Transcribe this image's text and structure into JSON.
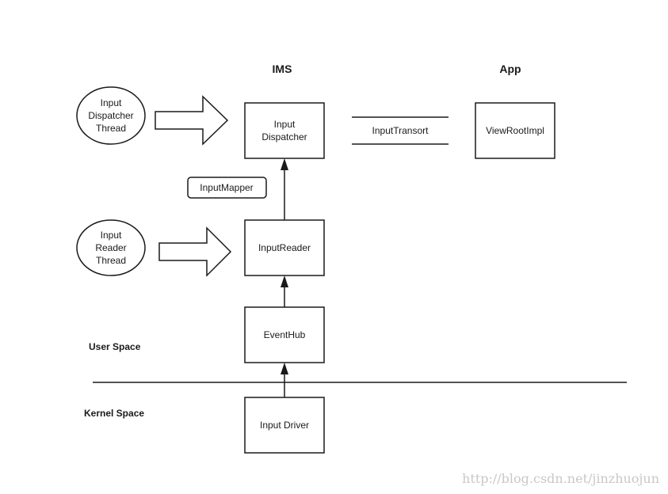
{
  "headers": {
    "ims": "IMS",
    "app": "App"
  },
  "threads": {
    "dispatcher": [
      "Input",
      "Dispatcher",
      "Thread"
    ],
    "reader": [
      "Input",
      "Reader",
      "Thread"
    ]
  },
  "boxes": {
    "input_dispatcher": [
      "Input",
      "Dispatcher"
    ],
    "view_root_impl": "ViewRootImpl",
    "input_reader": "InputReader",
    "event_hub": "EventHub",
    "input_driver": "Input Driver"
  },
  "connector": {
    "input_transport": "InputTransort"
  },
  "mapper": "InputMapper",
  "spaces": {
    "user": "User Space",
    "kernel": "Kernel Space"
  },
  "watermark": "http://blog.csdn.net/jinzhuojun",
  "colors": {
    "stroke": "#1a1a1a",
    "background": "#ffffff",
    "watermark": "#c8c8c8"
  }
}
